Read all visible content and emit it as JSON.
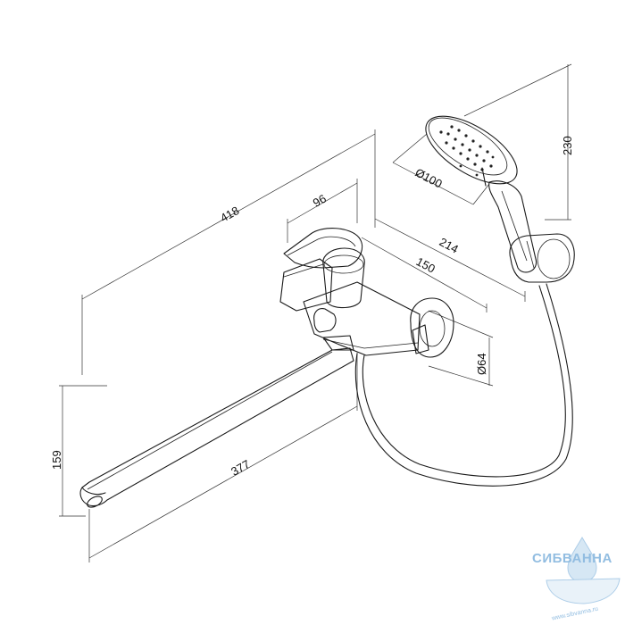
{
  "dimensions": {
    "d418": "418",
    "d96": "96",
    "d214": "214",
    "d150": "150",
    "d100": "Ø100",
    "d230": "230",
    "d64": "Ø64",
    "d159": "159",
    "d377": "377"
  },
  "watermark": {
    "name": "СИБВАННА",
    "url": "www.sibvanna.ru",
    "color": "#7fb2dc"
  }
}
